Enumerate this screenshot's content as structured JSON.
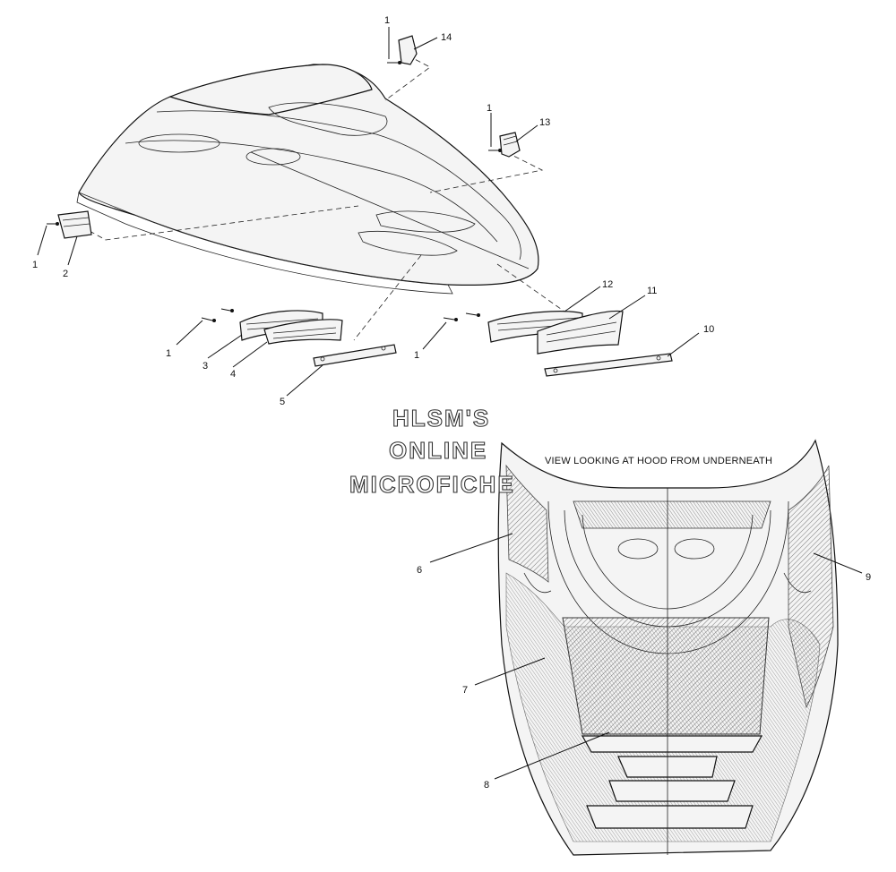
{
  "watermark": {
    "line1": "HLSM'S",
    "line2": "ONLINE",
    "line3": "MICROFICHE"
  },
  "caption": "VIEW LOOKING AT HOOD FROM UNDERNEATH",
  "callouts": {
    "c1a": "1",
    "c14": "14",
    "c1b": "1",
    "c13": "13",
    "c1c": "1",
    "c2": "2",
    "c12": "12",
    "c11": "11",
    "c10": "10",
    "c1d": "1",
    "c3": "3",
    "c4": "4",
    "c5": "5",
    "c1e": "1",
    "c6": "6",
    "c9": "9",
    "c7": "7",
    "c8": "8"
  }
}
